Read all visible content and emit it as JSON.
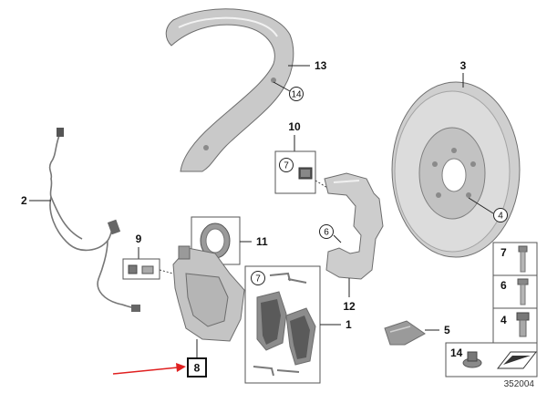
{
  "diagram": {
    "callouts": {
      "dust_shield": "13",
      "dust_shield_bolt": "14",
      "brake_disc": "3",
      "disc_screw": "4",
      "caliper_bolt": "10",
      "caliper_bolt_ref": "7",
      "carrier_screw": "6",
      "caliper_carrier": "12",
      "wear_sensor": "2",
      "bleeder_valve": "9",
      "caliper_seal": "11",
      "brake_caliper": "8",
      "pad_set": "1",
      "pad_set_ref": "7",
      "grease": "5"
    },
    "legend": {
      "rows": [
        {
          "number": "7",
          "icon": "bolt-icon"
        },
        {
          "number": "6",
          "icon": "torx-bolt-icon"
        },
        {
          "number": "4",
          "icon": "collar-screw-icon"
        },
        {
          "number": "14",
          "icon": "flange-bolt-icon"
        }
      ]
    },
    "reference_number": "352004",
    "highlight_color": "#e02020"
  }
}
